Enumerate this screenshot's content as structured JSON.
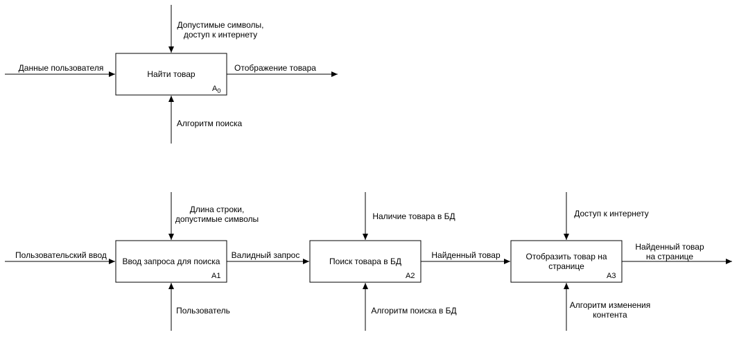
{
  "colors": {
    "stroke": "#000000",
    "background": "#ffffff"
  },
  "top": {
    "box": {
      "title": "Найти товар",
      "id": "A",
      "id_sub": "0"
    },
    "input": "Данные пользователя",
    "control": [
      "Допустимые символы,",
      "доступ к интернету"
    ],
    "output": "Отображение товара",
    "mechanism": "Алгоритм поиска"
  },
  "bottom": {
    "boxes": [
      {
        "title": [
          "Ввод запроса для поиска"
        ],
        "id": "A1",
        "control": [
          "Длина строки,",
          "допустимые символы"
        ],
        "mechanism": [
          "Пользователь"
        ]
      },
      {
        "title": [
          "Поиск товара в БД"
        ],
        "id": "A2",
        "control": [
          "Наличие товара в БД"
        ],
        "mechanism": [
          "Алгоритм поиска в БД"
        ]
      },
      {
        "title": [
          "Отобразить товар на",
          "странице"
        ],
        "id": "A3",
        "control": [
          "Доступ к интернету"
        ],
        "mechanism": [
          "Алгоритм изменения",
          "контента"
        ]
      }
    ],
    "input": "Пользовательский ввод",
    "flows": [
      "Валидный запрос",
      "Найденный товар"
    ],
    "output": [
      "Найденный товар",
      "на странице"
    ]
  }
}
